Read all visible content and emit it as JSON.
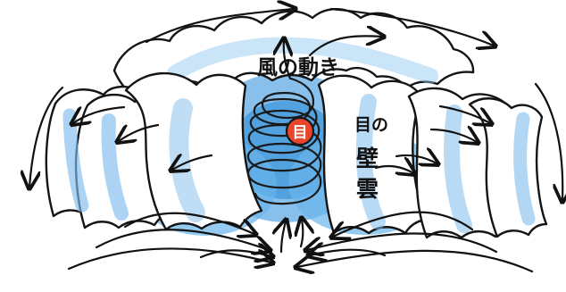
{
  "labels": {
    "wind_motion": "風の動き",
    "eye": "目",
    "eyewall_line1": "目の",
    "eyewall_line2": "壁",
    "eyewall_line3": "雲"
  },
  "colors": {
    "sky_blue": "#5aa8e3",
    "eye_red": "#e8452c",
    "outline": "#111111",
    "cloud_white": "#ffffff"
  }
}
